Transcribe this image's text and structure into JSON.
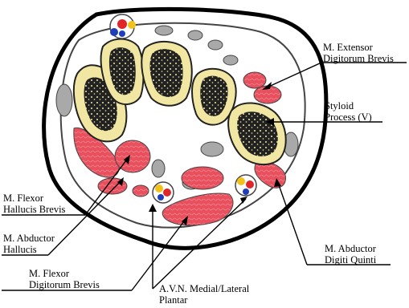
{
  "labels": {
    "extensor_line1": "M. Extensor",
    "extensor_line2": "Digitorum Brevis",
    "styloid_line1": "Styloid",
    "styloid_line2": "Process (V)",
    "flexor_hallucis_line1": "M. Flexor",
    "flexor_hallucis_line2": "Hallucis Brevis",
    "abductor_hallucis_line1": "M. Abductor",
    "abductor_hallucis_line2": "Hallucis",
    "flexor_digitorum_line1": "M. Flexor",
    "flexor_digitorum_line2": "Digitorum Brevis",
    "avn_line1": "A.V.N. Medial/Lateral",
    "avn_line2": "Plantar",
    "abductor_digiti_line1": "M. Abductor",
    "abductor_digiti_line2": "Digiti Quinti"
  },
  "colors": {
    "skin_outline": "#000000",
    "subcutaneous": "#ffffff",
    "fascia_ring": "#3a3a3a",
    "bone_cortex": "#f1e7a3",
    "bone_marrow": "#1a1a1a",
    "muscle": "#e9505e",
    "tendon": "#a9a9a9",
    "artery": "#e0262a",
    "vein": "#1f3fb8",
    "nerve": "#f2c21a"
  }
}
